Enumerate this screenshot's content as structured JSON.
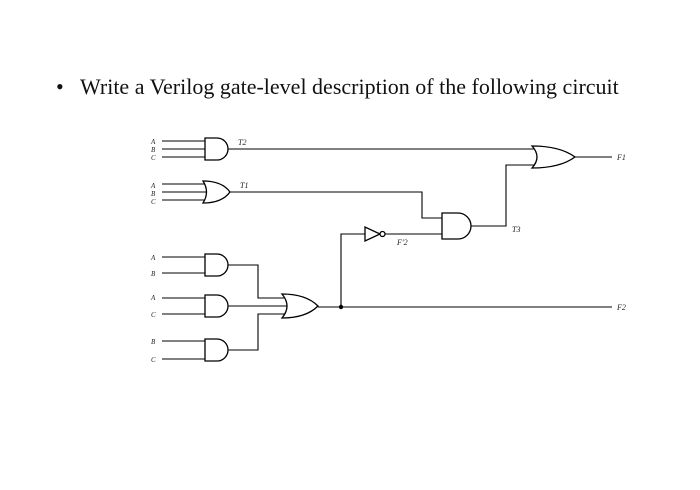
{
  "bullet": {
    "marker": "•",
    "text": "Write a Verilog gate-level description of the following circuit"
  },
  "circuit": {
    "gates": [
      {
        "id": "and_t2",
        "kind": "AND",
        "inputs": [
          "A",
          "B",
          "C"
        ],
        "output": "T2"
      },
      {
        "id": "or_t1",
        "kind": "OR",
        "inputs": [
          "A",
          "B",
          "C"
        ],
        "output": "T1"
      },
      {
        "id": "and_ab",
        "kind": "AND",
        "inputs": [
          "A",
          "B"
        ]
      },
      {
        "id": "and_ac",
        "kind": "AND",
        "inputs": [
          "A",
          "C"
        ]
      },
      {
        "id": "and_bc",
        "kind": "AND",
        "inputs": [
          "B",
          "C"
        ]
      },
      {
        "id": "or_f2",
        "kind": "OR",
        "output": "F2"
      },
      {
        "id": "not_f2",
        "kind": "NOT",
        "output": "F'2"
      },
      {
        "id": "and_t3",
        "kind": "AND",
        "output": "T3"
      },
      {
        "id": "or_f1",
        "kind": "OR",
        "output": "F1"
      }
    ],
    "labels": {
      "in_a1": "A",
      "in_b1": "B",
      "in_c1": "C",
      "in_a2": "A",
      "in_b2": "B",
      "in_c2": "C",
      "in_a3": "A",
      "in_b3": "B",
      "in_a4": "A",
      "in_c4": "C",
      "in_b5": "B",
      "in_c5": "C",
      "t2": "T2",
      "t1": "T1",
      "t3": "T3",
      "f1": "F1",
      "f2": "F2",
      "f2_not": "F'2"
    }
  }
}
